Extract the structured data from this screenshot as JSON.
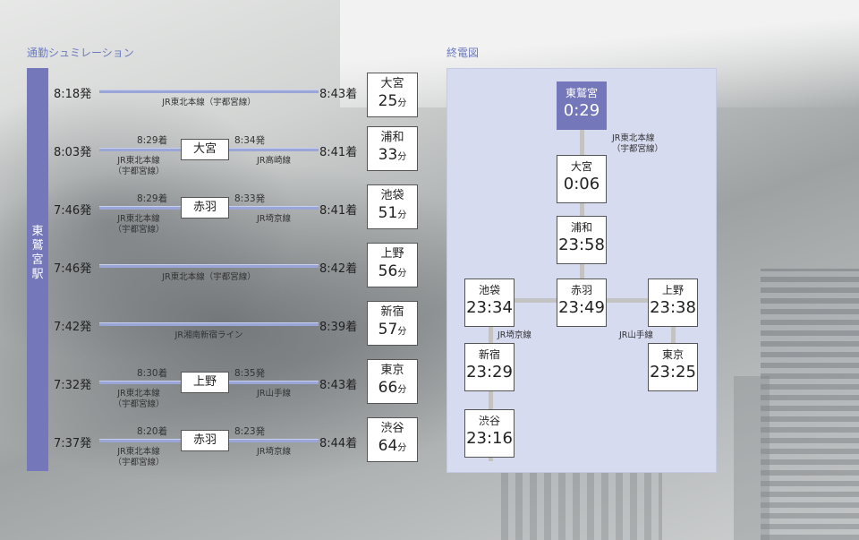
{
  "sections": {
    "commute": "通勤シュミレーション",
    "last_train": "終電図"
  },
  "origin": "東鷲宮駅",
  "routes": [
    {
      "dep": "8:18発",
      "arr": "8:43着",
      "line1": "JR東北本線（宇都宮線）",
      "dest": "大宮",
      "minutes": "25",
      "unit": "分"
    },
    {
      "dep": "8:03発",
      "arr": "8:41着",
      "transfer": "大宮",
      "t_arr": "8:29着",
      "t_dep": "8:34発",
      "line1": "JR東北本線",
      "line1b": "（宇都宮線）",
      "line2": "JR高崎線",
      "dest": "浦和",
      "minutes": "33",
      "unit": "分"
    },
    {
      "dep": "7:46発",
      "arr": "8:41着",
      "transfer": "赤羽",
      "t_arr": "8:29着",
      "t_dep": "8:33発",
      "line1": "JR東北本線",
      "line1b": "（宇都宮線）",
      "line2": "JR埼京線",
      "dest": "池袋",
      "minutes": "51",
      "unit": "分"
    },
    {
      "dep": "7:46発",
      "arr": "8:42着",
      "line1": "JR東北本線（宇都宮線）",
      "dest": "上野",
      "minutes": "56",
      "unit": "分"
    },
    {
      "dep": "7:42発",
      "arr": "8:39着",
      "line1": "JR湘南新宿ライン",
      "dest": "新宿",
      "minutes": "57",
      "unit": "分"
    },
    {
      "dep": "7:32発",
      "arr": "8:43着",
      "transfer": "上野",
      "t_arr": "8:30着",
      "t_dep": "8:35発",
      "line1": "JR東北本線",
      "line1b": "（宇都宮線）",
      "line2": "JR山手線",
      "dest": "東京",
      "minutes": "66",
      "unit": "分"
    },
    {
      "dep": "7:37発",
      "arr": "8:44着",
      "transfer": "赤羽",
      "t_arr": "8:20着",
      "t_dep": "8:23発",
      "line1": "JR東北本線",
      "line1b": "（宇都宮線）",
      "line2": "JR埼京線",
      "dest": "渋谷",
      "minutes": "64",
      "unit": "分"
    }
  ],
  "last_train_map": {
    "stations": {
      "higashiwashinomiya": {
        "name": "東鷲宮",
        "time": "0:29"
      },
      "omiya": {
        "name": "大宮",
        "time": "0:06"
      },
      "urawa": {
        "name": "浦和",
        "time": "23:58"
      },
      "akabane": {
        "name": "赤羽",
        "time": "23:49"
      },
      "ikebukuro": {
        "name": "池袋",
        "time": "23:34"
      },
      "ueno": {
        "name": "上野",
        "time": "23:38"
      },
      "shinjuku": {
        "name": "新宿",
        "time": "23:29"
      },
      "tokyo": {
        "name": "東京",
        "time": "23:25"
      },
      "shibuya": {
        "name": "渋谷",
        "time": "23:16"
      }
    },
    "line_labels": {
      "tohoku": "JR東北本線",
      "tohoku_sub": "（宇都宮線）",
      "saikyo": "JR埼京線",
      "yamanote": "JR山手線"
    }
  },
  "colors": {
    "accent": "#7477b9",
    "line": "#9aa6d8",
    "map_bg": "#d7dbf0",
    "title": "#6d7bbd"
  }
}
